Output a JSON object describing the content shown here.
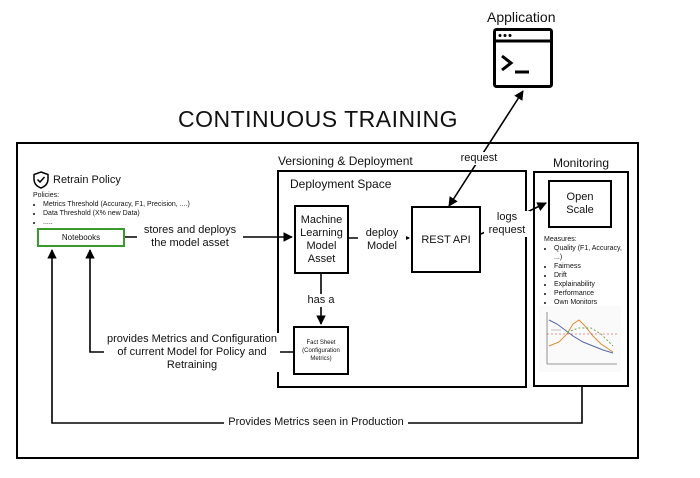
{
  "title": "CONTINUOUS TRAINING",
  "application": {
    "label": "Application",
    "icon": "terminal-window-icon",
    "prompt": ">_"
  },
  "sections": {
    "versioning": "Versioning & Deployment",
    "deployment_space": "Deployment Space",
    "monitoring": "Monitoring"
  },
  "retrain_policy": {
    "label": "Retrain Policy",
    "icon": "shield-check-icon",
    "policies_heading": "Policies:",
    "policies": [
      "Metrics Threshold (Accuracy, F1, Precision, ....)",
      "Data Threshold (X% new Data)",
      "....."
    ]
  },
  "notebooks": {
    "label": "Notebooks",
    "border_color": "#3a9a2e"
  },
  "ml_model_asset": "Machine Learning Model Asset",
  "rest_api": "REST API",
  "fact_sheet": "Fact Sheet (Configuration Metrics)",
  "open_scale": "Open Scale",
  "measures": {
    "heading": "Measures:",
    "items": [
      "Quality (F1, Accuracy, ...)",
      "Fairness",
      "Drift",
      "Explainability",
      "Performance",
      "Own Monitors"
    ]
  },
  "edges": {
    "stores_deploys": "stores and deploys the model asset",
    "deploy_model": "deploy Model",
    "has_a": "has a",
    "request": "request",
    "logs_request": "logs request",
    "provides_metrics_config": "provides Metrics and Configuration of current Model for Policy and Retraining",
    "provides_metrics_production": "Provides Metrics seen in Production"
  }
}
